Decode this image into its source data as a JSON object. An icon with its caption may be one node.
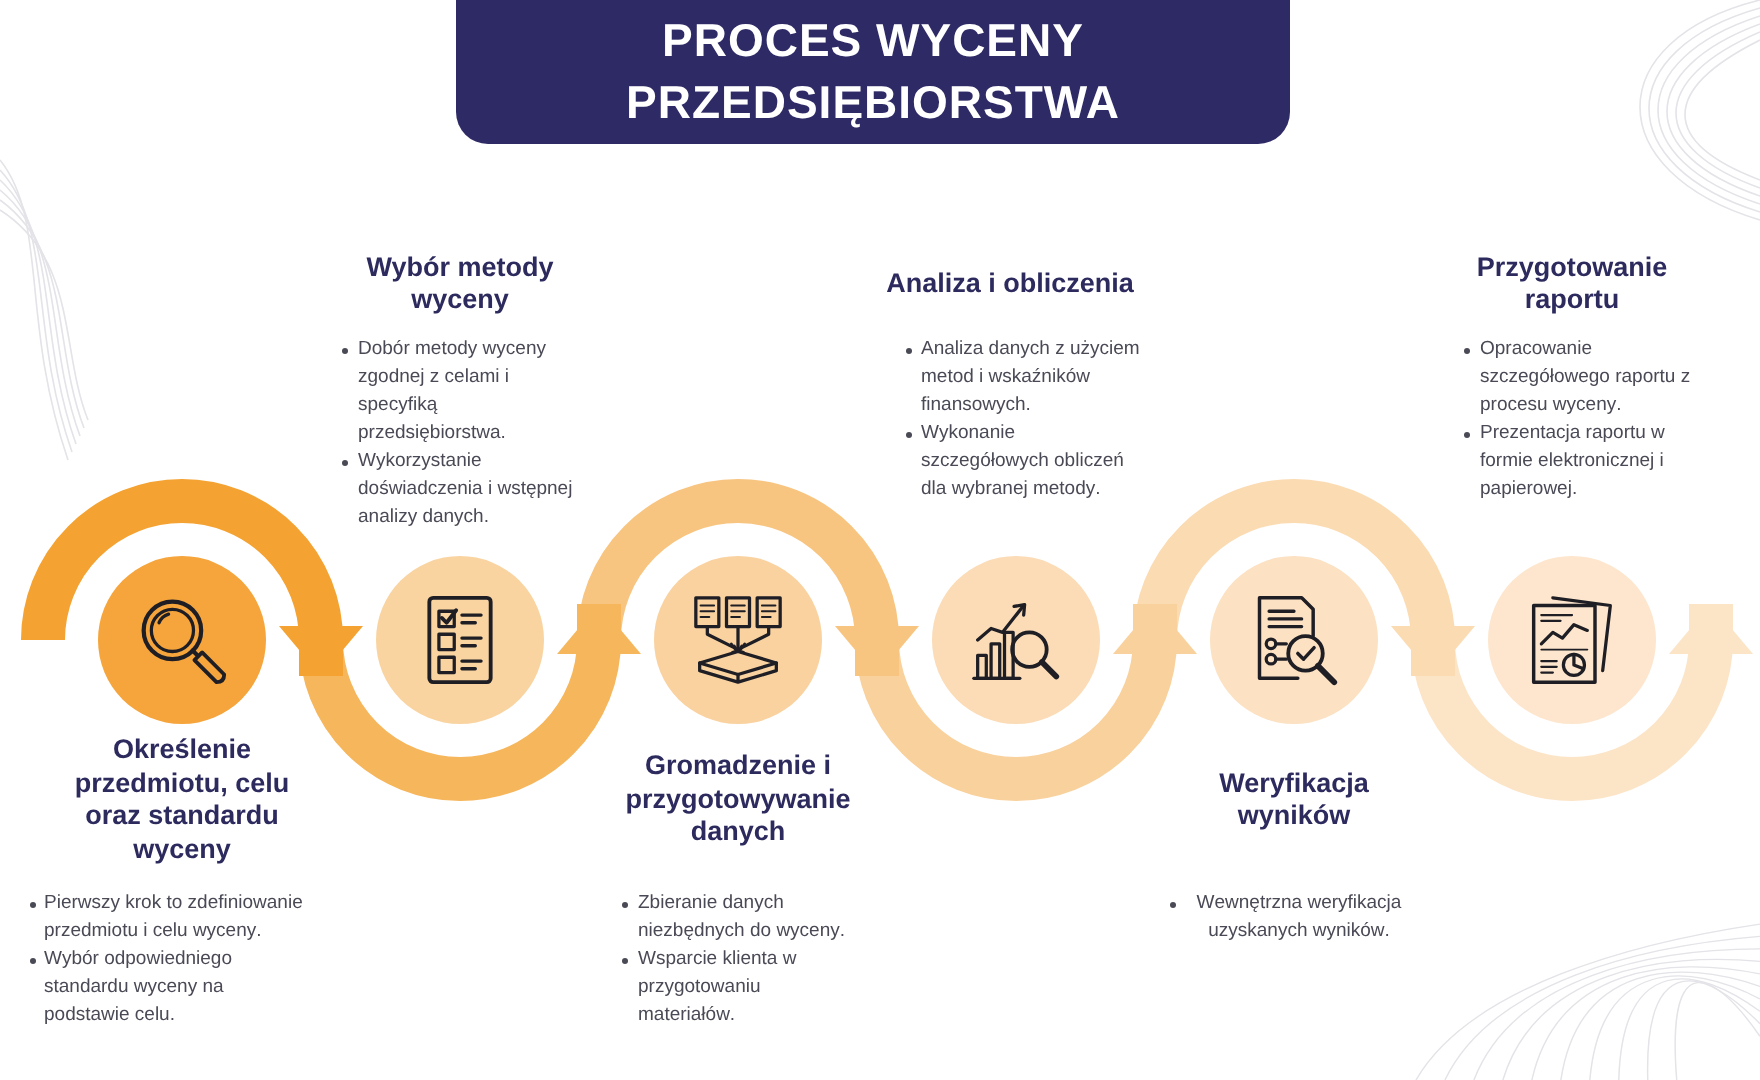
{
  "diagram": {
    "title": "PROCES WYCENY PRZEDSIĘBIORSTWA",
    "nodes": [
      {
        "text": [
          "Określenie przedmiotu, celu oraz standardu wyceny",
          "Pierwszy krok to zdefiniowanie przedmiotu i celu wyceny.",
          "Wybór odpowiedniego standardu wyceny na podstawie celu."
        ]
      },
      {
        "text": [
          "Wybór metody wyceny",
          "Dobór metody wyceny zgodnej z celami i specyfiką przedsiębiorstwa.",
          "Wykorzystanie doświadczenia i wstępnej analizy danych."
        ]
      },
      {
        "text": [
          "Gromadzenie i przygotowywanie danych",
          "Zbieranie danych niezbędnych do wyceny.",
          "Wsparcie klienta w przygotowaniu materiałów."
        ]
      },
      {
        "text": [
          "Analiza i obliczenia",
          "Analiza danych z użyciem metod i wskaźników finansowych.",
          "Wykonanie szczegółowych obliczeń dla wybranej metody."
        ]
      },
      {
        "text": [
          "Weryfikacja wyników",
          "Wewnętrzna weryfikacja uzyskanych wyników."
        ]
      },
      {
        "text": [
          "Przygotowanie raportu",
          "Opracowanie szczegółowego raportu z procesu wyceny.",
          "Prezentacja raportu w formie elektronicznej i papierowej."
        ]
      }
    ],
    "edges": [
      {
        "from": 0,
        "to": 1,
        "arrow": "to",
        "color": "#f4a332"
      },
      {
        "from": 1,
        "to": 2,
        "arrow": "to",
        "color": "#f6b65c"
      },
      {
        "from": 2,
        "to": 3,
        "arrow": "to",
        "color": "#f8c581"
      },
      {
        "from": 3,
        "to": 4,
        "arrow": "to",
        "color": "#f9d19c"
      },
      {
        "from": 4,
        "to": 5,
        "arrow": "to",
        "color": "#fbdbb2"
      },
      {
        "from": null,
        "to": 5,
        "arrow": "to",
        "color": "#fce4c7"
      }
    ]
  }
}
